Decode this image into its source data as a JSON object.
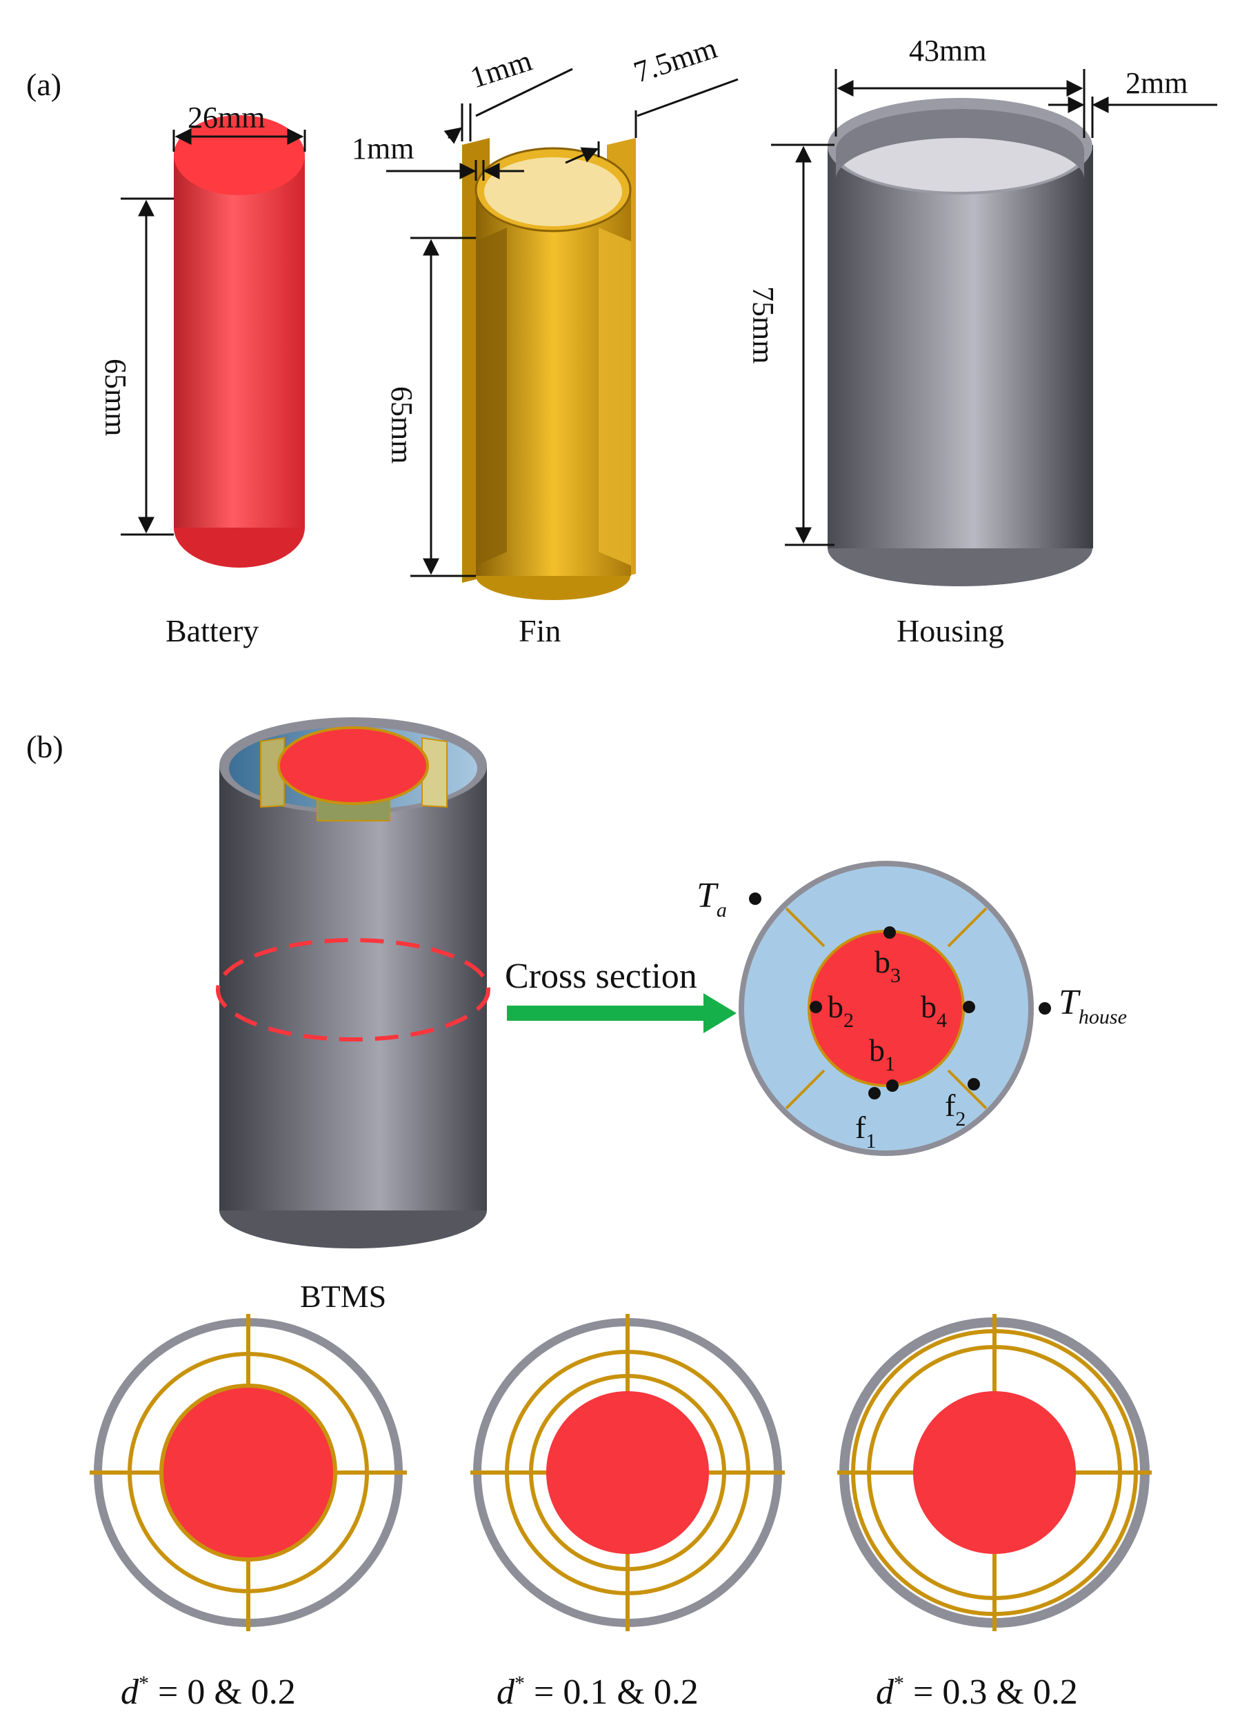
{
  "panel_a": {
    "label": "(a)",
    "battery": {
      "name": "Battery",
      "diameter": "26mm",
      "height": "65mm"
    },
    "fin": {
      "name": "Fin",
      "thickness_top": "1mm",
      "thickness_side": "1mm",
      "fin_length": "7.5mm",
      "height": "65mm"
    },
    "housing": {
      "name": "Housing",
      "diameter": "43mm",
      "wall": "2mm",
      "height": "75mm"
    }
  },
  "panel_b": {
    "label": "(b)",
    "arrow_label": "Cross section",
    "points": {
      "ta": "T",
      "ta_sub": "a",
      "thouse": "T",
      "thouse_sub": "house",
      "b1": "b",
      "b1_sub": "1",
      "b2": "b",
      "b2_sub": "2",
      "b3": "b",
      "b3_sub": "3",
      "b4": "b",
      "b4_sub": "4",
      "f1": "f",
      "f1_sub": "1",
      "f2": "f",
      "f2_sub": "2"
    },
    "btms_title": "BTMS",
    "configs": [
      {
        "d": "d",
        "sup": "*",
        "value": " = 0 & 0.2"
      },
      {
        "d": "d",
        "sup": "*",
        "value": " = 0.1 & 0.2"
      },
      {
        "d": "d",
        "sup": "*",
        "value": " = 0.3 & 0.2"
      }
    ]
  },
  "colors": {
    "battery_red": "#f8363d",
    "fin_gold": "#c8920c",
    "housing_grey": "#8e8e98",
    "coolant_blue": "#a7cbe6",
    "arrow_green": "#16b04a"
  }
}
